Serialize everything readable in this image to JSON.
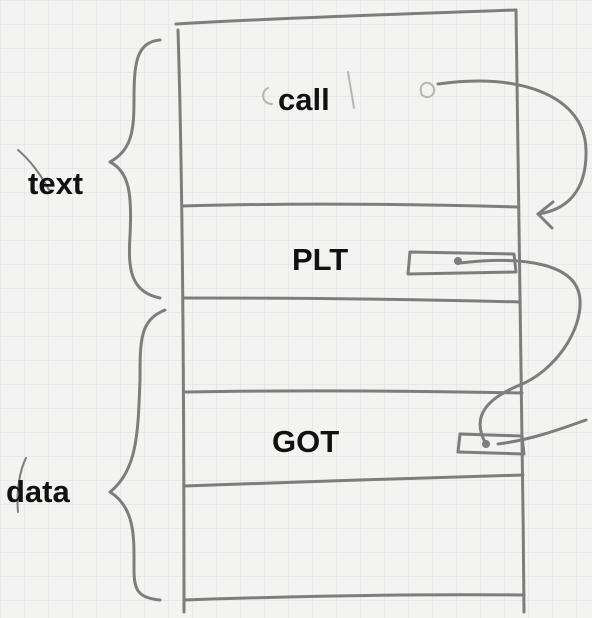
{
  "diagram": {
    "side_labels": {
      "text": "text",
      "data": "data"
    },
    "cells": {
      "call": "call",
      "plt": "PLT",
      "got": "GOT"
    },
    "colors": {
      "paper": "#f3f3f1",
      "grid": "#dcdde3",
      "pencil": "#7d7d7d",
      "ink": "#111111"
    }
  }
}
